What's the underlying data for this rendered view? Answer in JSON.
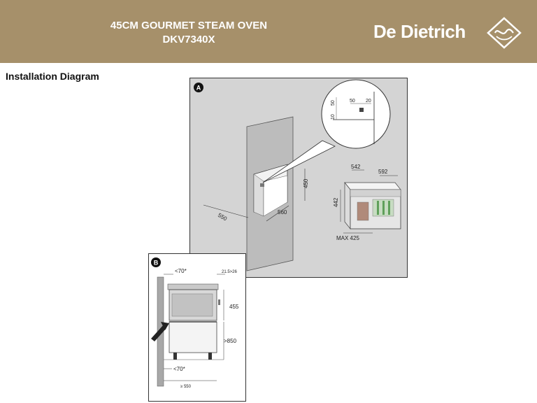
{
  "header": {
    "title_line1": "45CM GOURMET STEAM OVEN",
    "title_line2": "DKV7340X",
    "brand": "De Dietrich",
    "brand_color": "#a6906a"
  },
  "section_title": "Installation Diagram",
  "diagram_a": {
    "badge": "A",
    "dims": {
      "d50a": "50",
      "d50b": "50",
      "d20": "20",
      "d10": "10",
      "d542": "542",
      "d592": "592",
      "d442": "442",
      "dmax425": "MAX 425",
      "d450": "450",
      "d560": "560",
      "d550": "550"
    }
  },
  "diagram_b": {
    "badge": "B",
    "dims": {
      "top70": "<70*",
      "d21": "21.5>26",
      "d455": "455",
      "d850": ">850",
      "bot70": "<70*",
      "d550": "≥ 550"
    }
  }
}
